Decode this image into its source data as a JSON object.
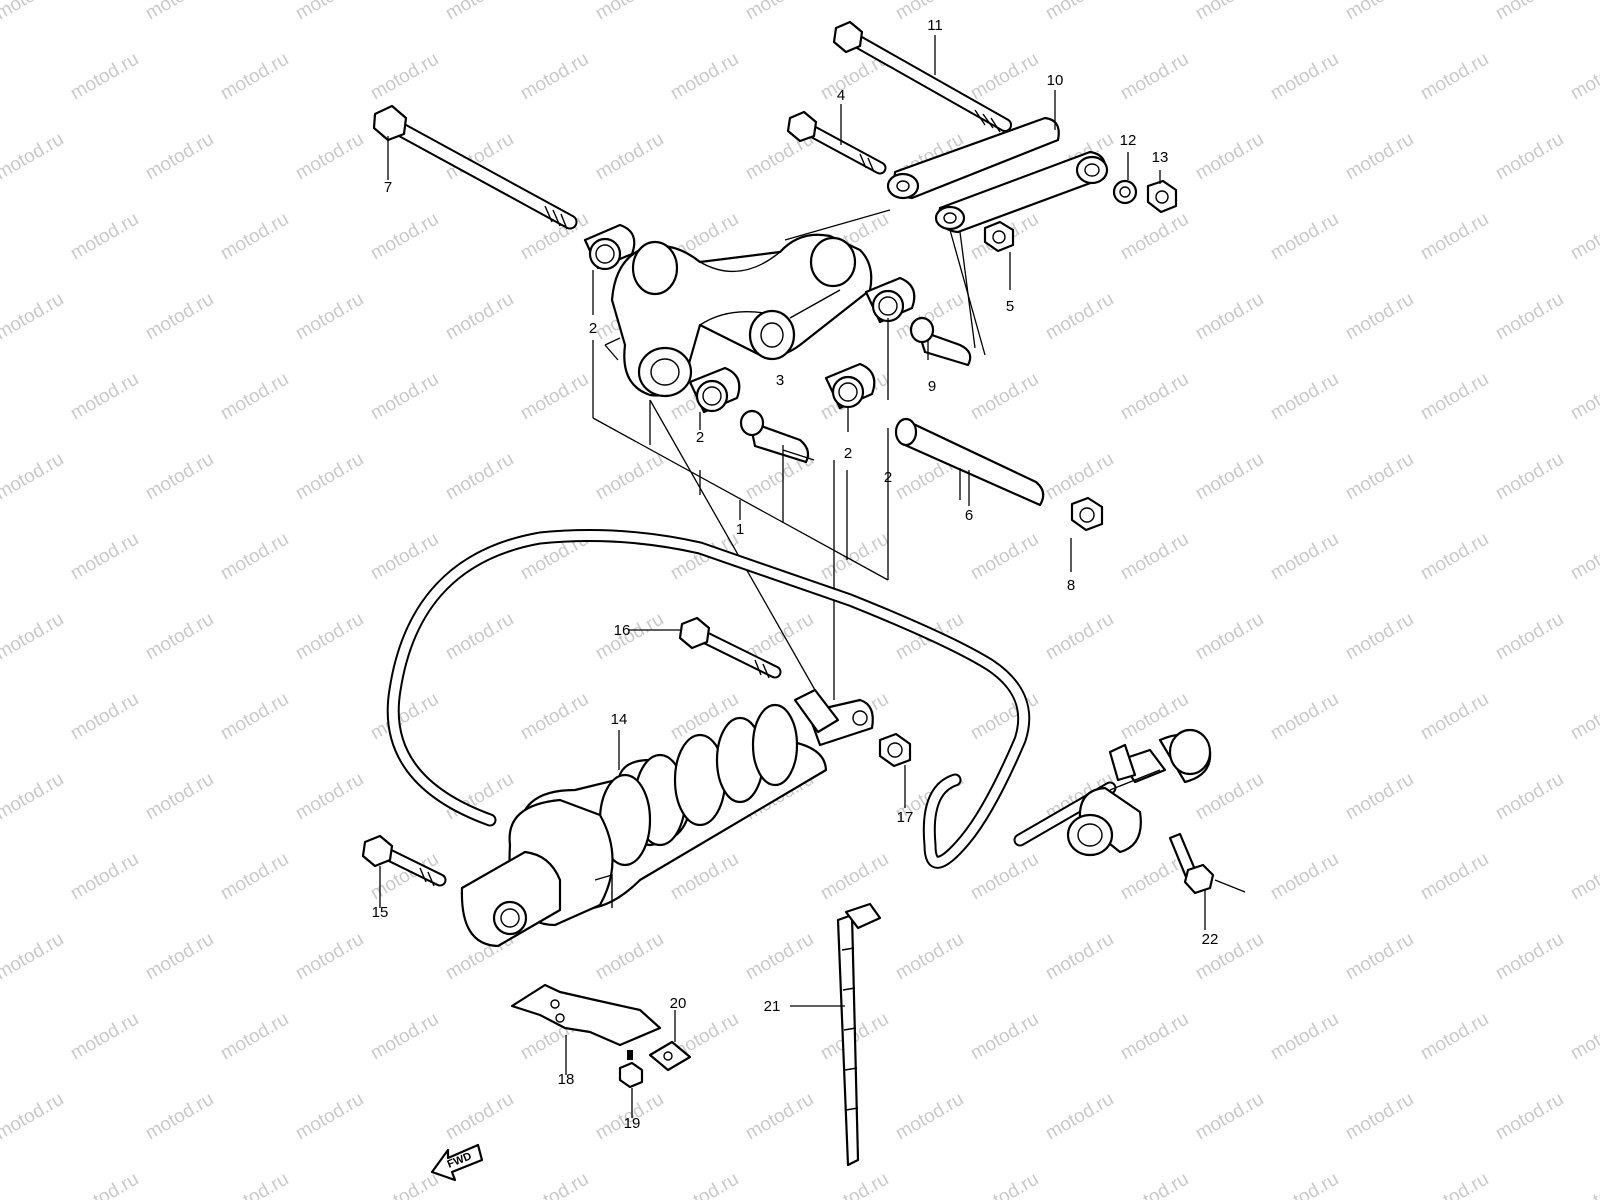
{
  "diagram": {
    "watermark": "motod.ru",
    "direction_label": "FWD",
    "callouts": [
      {
        "id": "1",
        "label": "1"
      },
      {
        "id": "2a",
        "label": "2"
      },
      {
        "id": "2b",
        "label": "2"
      },
      {
        "id": "2c",
        "label": "2"
      },
      {
        "id": "2d",
        "label": "2"
      },
      {
        "id": "3",
        "label": "3"
      },
      {
        "id": "4",
        "label": "4"
      },
      {
        "id": "5",
        "label": "5"
      },
      {
        "id": "6",
        "label": "6"
      },
      {
        "id": "7",
        "label": "7"
      },
      {
        "id": "8",
        "label": "8"
      },
      {
        "id": "9",
        "label": "9"
      },
      {
        "id": "10",
        "label": "10"
      },
      {
        "id": "11",
        "label": "11"
      },
      {
        "id": "12",
        "label": "12"
      },
      {
        "id": "13",
        "label": "13"
      },
      {
        "id": "14",
        "label": "14"
      },
      {
        "id": "15",
        "label": "15"
      },
      {
        "id": "16",
        "label": "16"
      },
      {
        "id": "17",
        "label": "17"
      },
      {
        "id": "18",
        "label": "18"
      },
      {
        "id": "19",
        "label": "19"
      },
      {
        "id": "20",
        "label": "20"
      },
      {
        "id": "21",
        "label": "21"
      },
      {
        "id": "22",
        "label": "22"
      }
    ]
  }
}
